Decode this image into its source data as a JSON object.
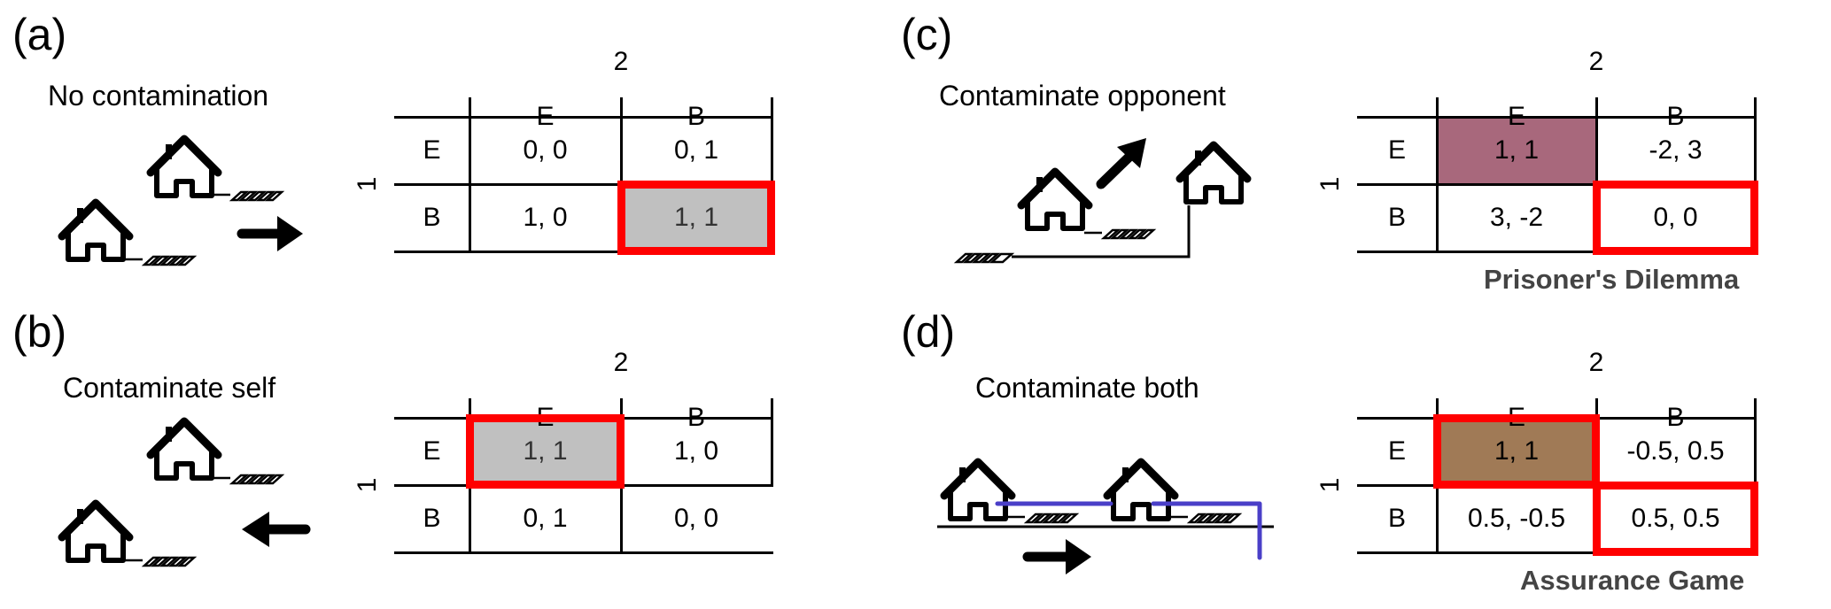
{
  "figure": {
    "colors": {
      "equilibrium_outline": "#ff0000",
      "neutral_shade": "#c0c0c0",
      "pd_cooperate_shade": "#a8687c",
      "assurance_cooperate_shade": "#a07a56",
      "game_label": "#444444",
      "flow_line": "#4a3fc8"
    },
    "panels": [
      {
        "id": "a",
        "letter": "(a)",
        "caption": "No contamination",
        "arrow_direction": "right",
        "game_label": "",
        "player_col": "2",
        "player_row": "1",
        "strategies_col": [
          "E",
          "B"
        ],
        "strategies_row": [
          "E",
          "B"
        ],
        "payoffs": [
          [
            "0, 0",
            "0, 1"
          ],
          [
            "1, 0",
            "1, 1"
          ]
        ],
        "shaded_cells": [
          {
            "row": 1,
            "col": 1,
            "color": "#c0c0c0"
          }
        ],
        "equilibria": [
          {
            "row": 1,
            "col": 1
          }
        ]
      },
      {
        "id": "b",
        "letter": "(b)",
        "caption": "Contaminate self",
        "arrow_direction": "left",
        "game_label": "",
        "player_col": "2",
        "player_row": "1",
        "strategies_col": [
          "E",
          "B"
        ],
        "strategies_row": [
          "E",
          "B"
        ],
        "payoffs": [
          [
            "1, 1",
            "1, 0"
          ],
          [
            "0, 1",
            "0, 0"
          ]
        ],
        "shaded_cells": [
          {
            "row": 0,
            "col": 0,
            "color": "#c0c0c0"
          }
        ],
        "equilibria": [
          {
            "row": 0,
            "col": 0
          }
        ]
      },
      {
        "id": "c",
        "letter": "(c)",
        "caption": "Contaminate opponent",
        "arrow_direction": "up-right",
        "game_label": "Prisoner's Dilemma",
        "player_col": "2",
        "player_row": "1",
        "strategies_col": [
          "E",
          "B"
        ],
        "strategies_row": [
          "E",
          "B"
        ],
        "payoffs": [
          [
            "1, 1",
            "-2, 3"
          ],
          [
            "3, -2",
            "0, 0"
          ]
        ],
        "shaded_cells": [
          {
            "row": 0,
            "col": 0,
            "color": "#a8687c"
          }
        ],
        "equilibria": [
          {
            "row": 1,
            "col": 1
          }
        ]
      },
      {
        "id": "d",
        "letter": "(d)",
        "caption": "Contaminate both",
        "arrow_direction": "right",
        "game_label": "Assurance Game",
        "player_col": "2",
        "player_row": "1",
        "strategies_col": [
          "E",
          "B"
        ],
        "strategies_row": [
          "E",
          "B"
        ],
        "payoffs": [
          [
            "1, 1",
            "-0.5, 0.5"
          ],
          [
            "0.5, -0.5",
            "0.5, 0.5"
          ]
        ],
        "shaded_cells": [
          {
            "row": 0,
            "col": 0,
            "color": "#a07a56"
          }
        ],
        "equilibria": [
          {
            "row": 0,
            "col": 0
          },
          {
            "row": 1,
            "col": 1
          }
        ]
      }
    ]
  }
}
